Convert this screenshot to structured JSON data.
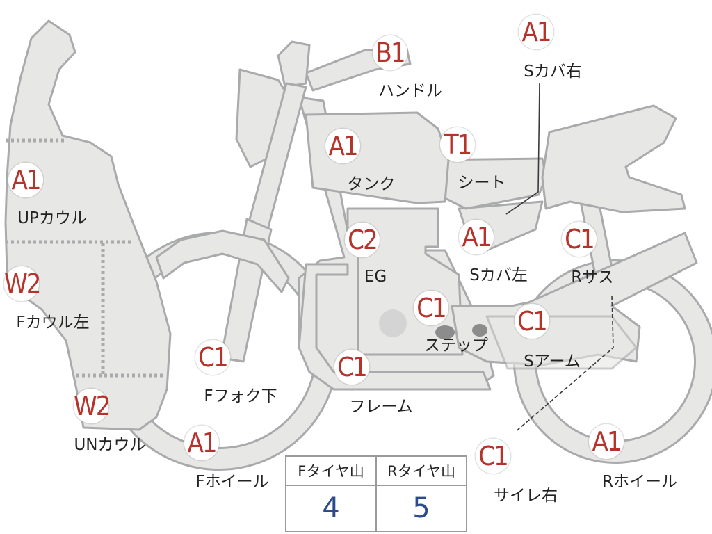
{
  "parts": [
    {
      "id": "handle",
      "grade": "B1",
      "label": "ハンドル"
    },
    {
      "id": "side-cover-right",
      "grade": "A1",
      "label": "Sカバ右"
    },
    {
      "id": "tank",
      "grade": "A1",
      "label": "タンク"
    },
    {
      "id": "seat",
      "grade": "T1",
      "label": "シート"
    },
    {
      "id": "up-cowl",
      "grade": "A1",
      "label": "UPカウル"
    },
    {
      "id": "engine",
      "grade": "C2",
      "label": "EG"
    },
    {
      "id": "side-cover-left",
      "grade": "A1",
      "label": "Sカバ左"
    },
    {
      "id": "rear-suspension",
      "grade": "C1",
      "label": "Rサス"
    },
    {
      "id": "front-cowl-left",
      "grade": "W2",
      "label": "Fカウル左"
    },
    {
      "id": "step",
      "grade": "C1",
      "label": "ステップ"
    },
    {
      "id": "swing-arm",
      "grade": "C1",
      "label": "Sアーム"
    },
    {
      "id": "front-fork-lower",
      "grade": "C1",
      "label": "Fフォク下"
    },
    {
      "id": "frame",
      "grade": "C1",
      "label": "フレーム"
    },
    {
      "id": "under-cowl",
      "grade": "W2",
      "label": "UNカウル"
    },
    {
      "id": "front-wheel",
      "grade": "A1",
      "label": "Fホイール"
    },
    {
      "id": "silencer-right",
      "grade": "C1",
      "label": "サイレ右"
    },
    {
      "id": "rear-wheel",
      "grade": "A1",
      "label": "Rホイール"
    }
  ],
  "tires": {
    "front_label": "Fタイヤ山",
    "front_value": "4",
    "rear_label": "Rタイヤ山",
    "rear_value": "5"
  }
}
